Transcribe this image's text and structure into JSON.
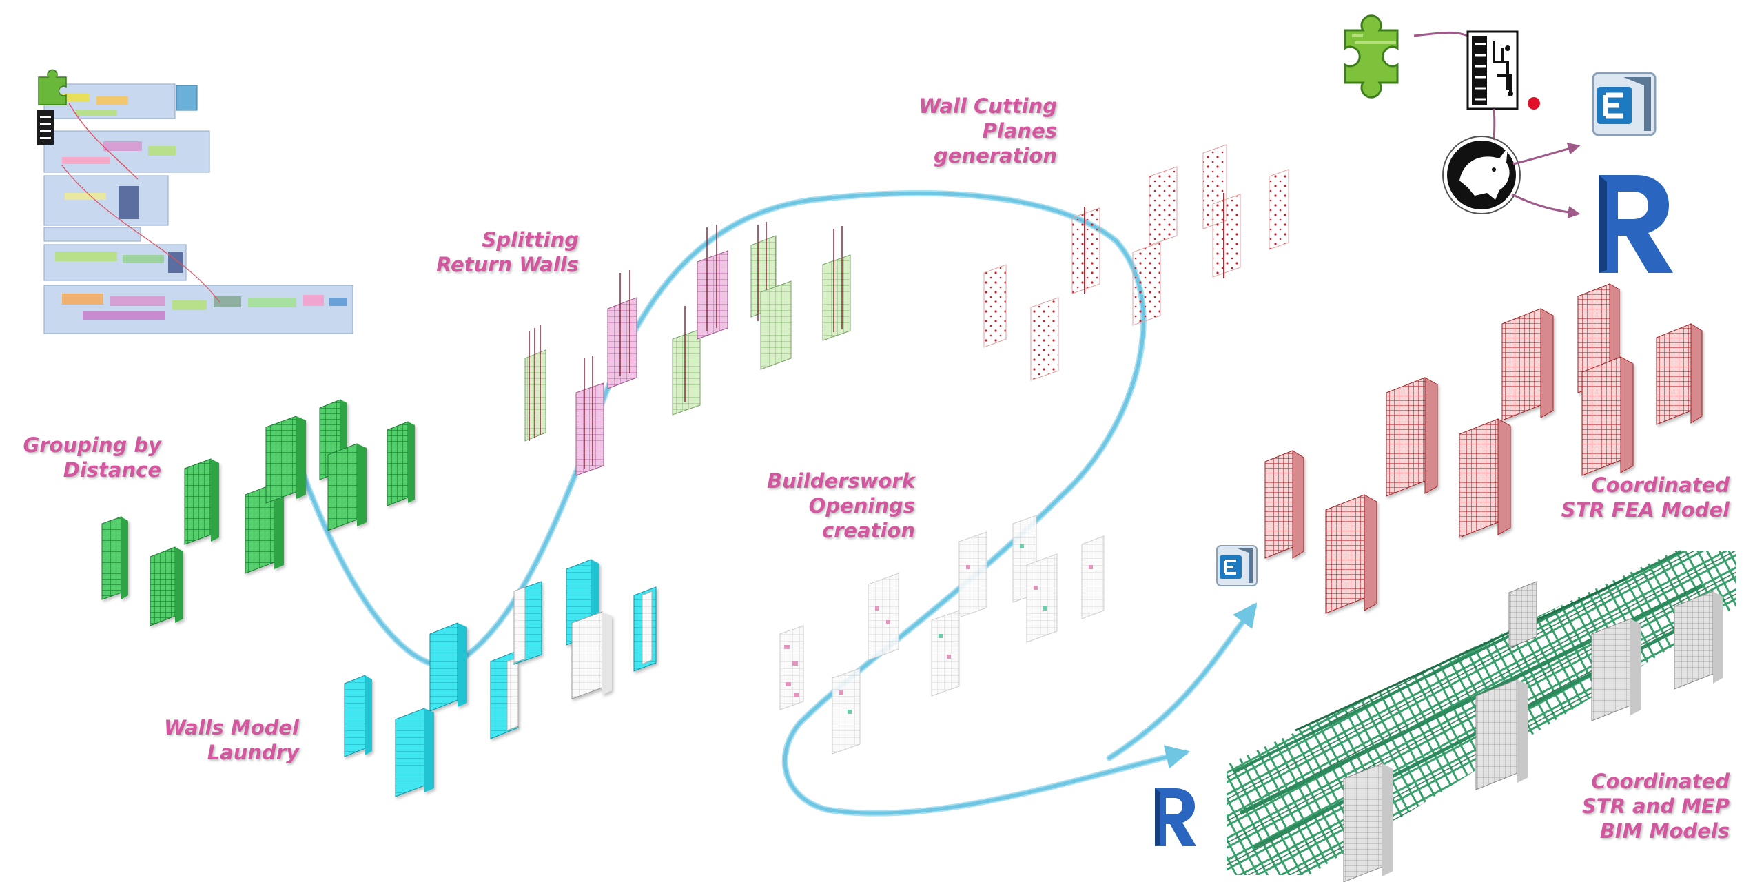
{
  "labels": {
    "grouping": [
      "Grouping by",
      "Distance"
    ],
    "walls_laundry": [
      "Walls Model",
      "Laundry"
    ],
    "splitting": [
      "Splitting",
      "Return Walls"
    ],
    "wall_cutting": [
      "Wall Cutting",
      "Planes",
      "generation"
    ],
    "builderswork": [
      "Builderswork",
      "Openings",
      "creation"
    ],
    "str_fea": [
      "Coordinated",
      "STR FEA Model"
    ],
    "str_mep": [
      "Coordinated",
      "STR and MEP",
      "BIM Models"
    ]
  },
  "icons": [
    "puzzle-icon",
    "circuit-board-icon",
    "rhino-icon",
    "etabs-logo-icon",
    "revit-logo-icon"
  ],
  "colors": {
    "label": "#d2579f",
    "flow_line": "#6fc6e3",
    "green_model": "#3fbf55",
    "cyan_model": "#3fe0ee",
    "pink_model": "#e6a0d2",
    "red_model": "#c23c42",
    "mep_model": "#2c8a5c",
    "revit_blue": "#2a66c0",
    "etabs_blue": "#1d7ac0"
  }
}
